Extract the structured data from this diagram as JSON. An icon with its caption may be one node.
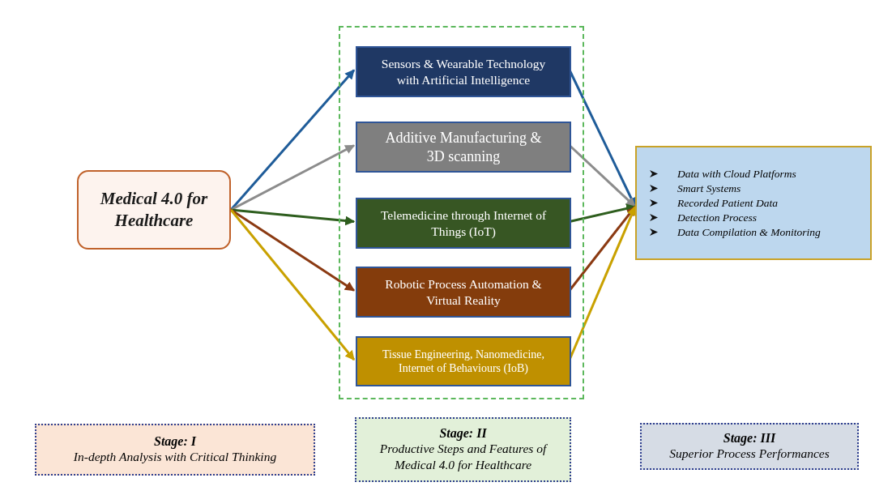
{
  "diagram": {
    "nodes": [
      {
        "text": [
          "Medical 4.0 for Healthcare"
        ]
      },
      {
        "text": [],
        "shape": "box"
      },
      {
        "text": [
          "Sensors & Wearable Technology with Artificial Intelligence"
        ],
        "in": 1
      },
      {
        "text": [
          "Additive Manufacturing & 3D scanning"
        ],
        "in": 1
      },
      {
        "text": [
          "Telemedicine through Internet of Things (IoT)"
        ],
        "in": 1
      },
      {
        "text": [
          "Robotic Process Automation & Virtual Reality"
        ],
        "in": 1
      },
      {
        "text": [
          "Tissue Engineering, Nanomedicine, Internet of Behaviours (IoB)"
        ],
        "in": 1
      },
      {
        "text": [
          "Data with Cloud Platforms",
          "Smart Systems",
          "Recorded Patient Data",
          "Detection Process",
          "Data Compilation & Monitoring"
        ]
      },
      {
        "text": [
          "Stage: I",
          "In-depth Analysis with Critical Thinking"
        ]
      },
      {
        "text": [
          "Stage: II",
          "Productive Steps and Features of Medical 4.0 for Healthcare"
        ]
      },
      {
        "text": [
          "Stage: III",
          "Superior Process Performances"
        ]
      }
    ],
    "edges": [
      {
        "from": 0,
        "to": 2,
        "arrow": "to",
        "color": "#1f5c99"
      },
      {
        "from": 0,
        "to": 3,
        "arrow": "to",
        "color": "#8c8c8c"
      },
      {
        "from": 0,
        "to": 4,
        "arrow": "to",
        "color": "#2e5e1e"
      },
      {
        "from": 0,
        "to": 5,
        "arrow": "to",
        "color": "#8b3a12"
      },
      {
        "from": 0,
        "to": 6,
        "arrow": "to",
        "color": "#c9a100"
      },
      {
        "from": 2,
        "to": 7,
        "arrow": "to",
        "color": "#1f5c99"
      },
      {
        "from": 3,
        "to": 7,
        "arrow": "to",
        "color": "#8c8c8c"
      },
      {
        "from": 4,
        "to": 7,
        "arrow": "to",
        "color": "#2e5e1e"
      },
      {
        "from": 5,
        "to": 7,
        "arrow": "to",
        "color": "#8b3a12"
      },
      {
        "from": 6,
        "to": 7,
        "arrow": "to",
        "color": "#c9a100"
      }
    ]
  }
}
